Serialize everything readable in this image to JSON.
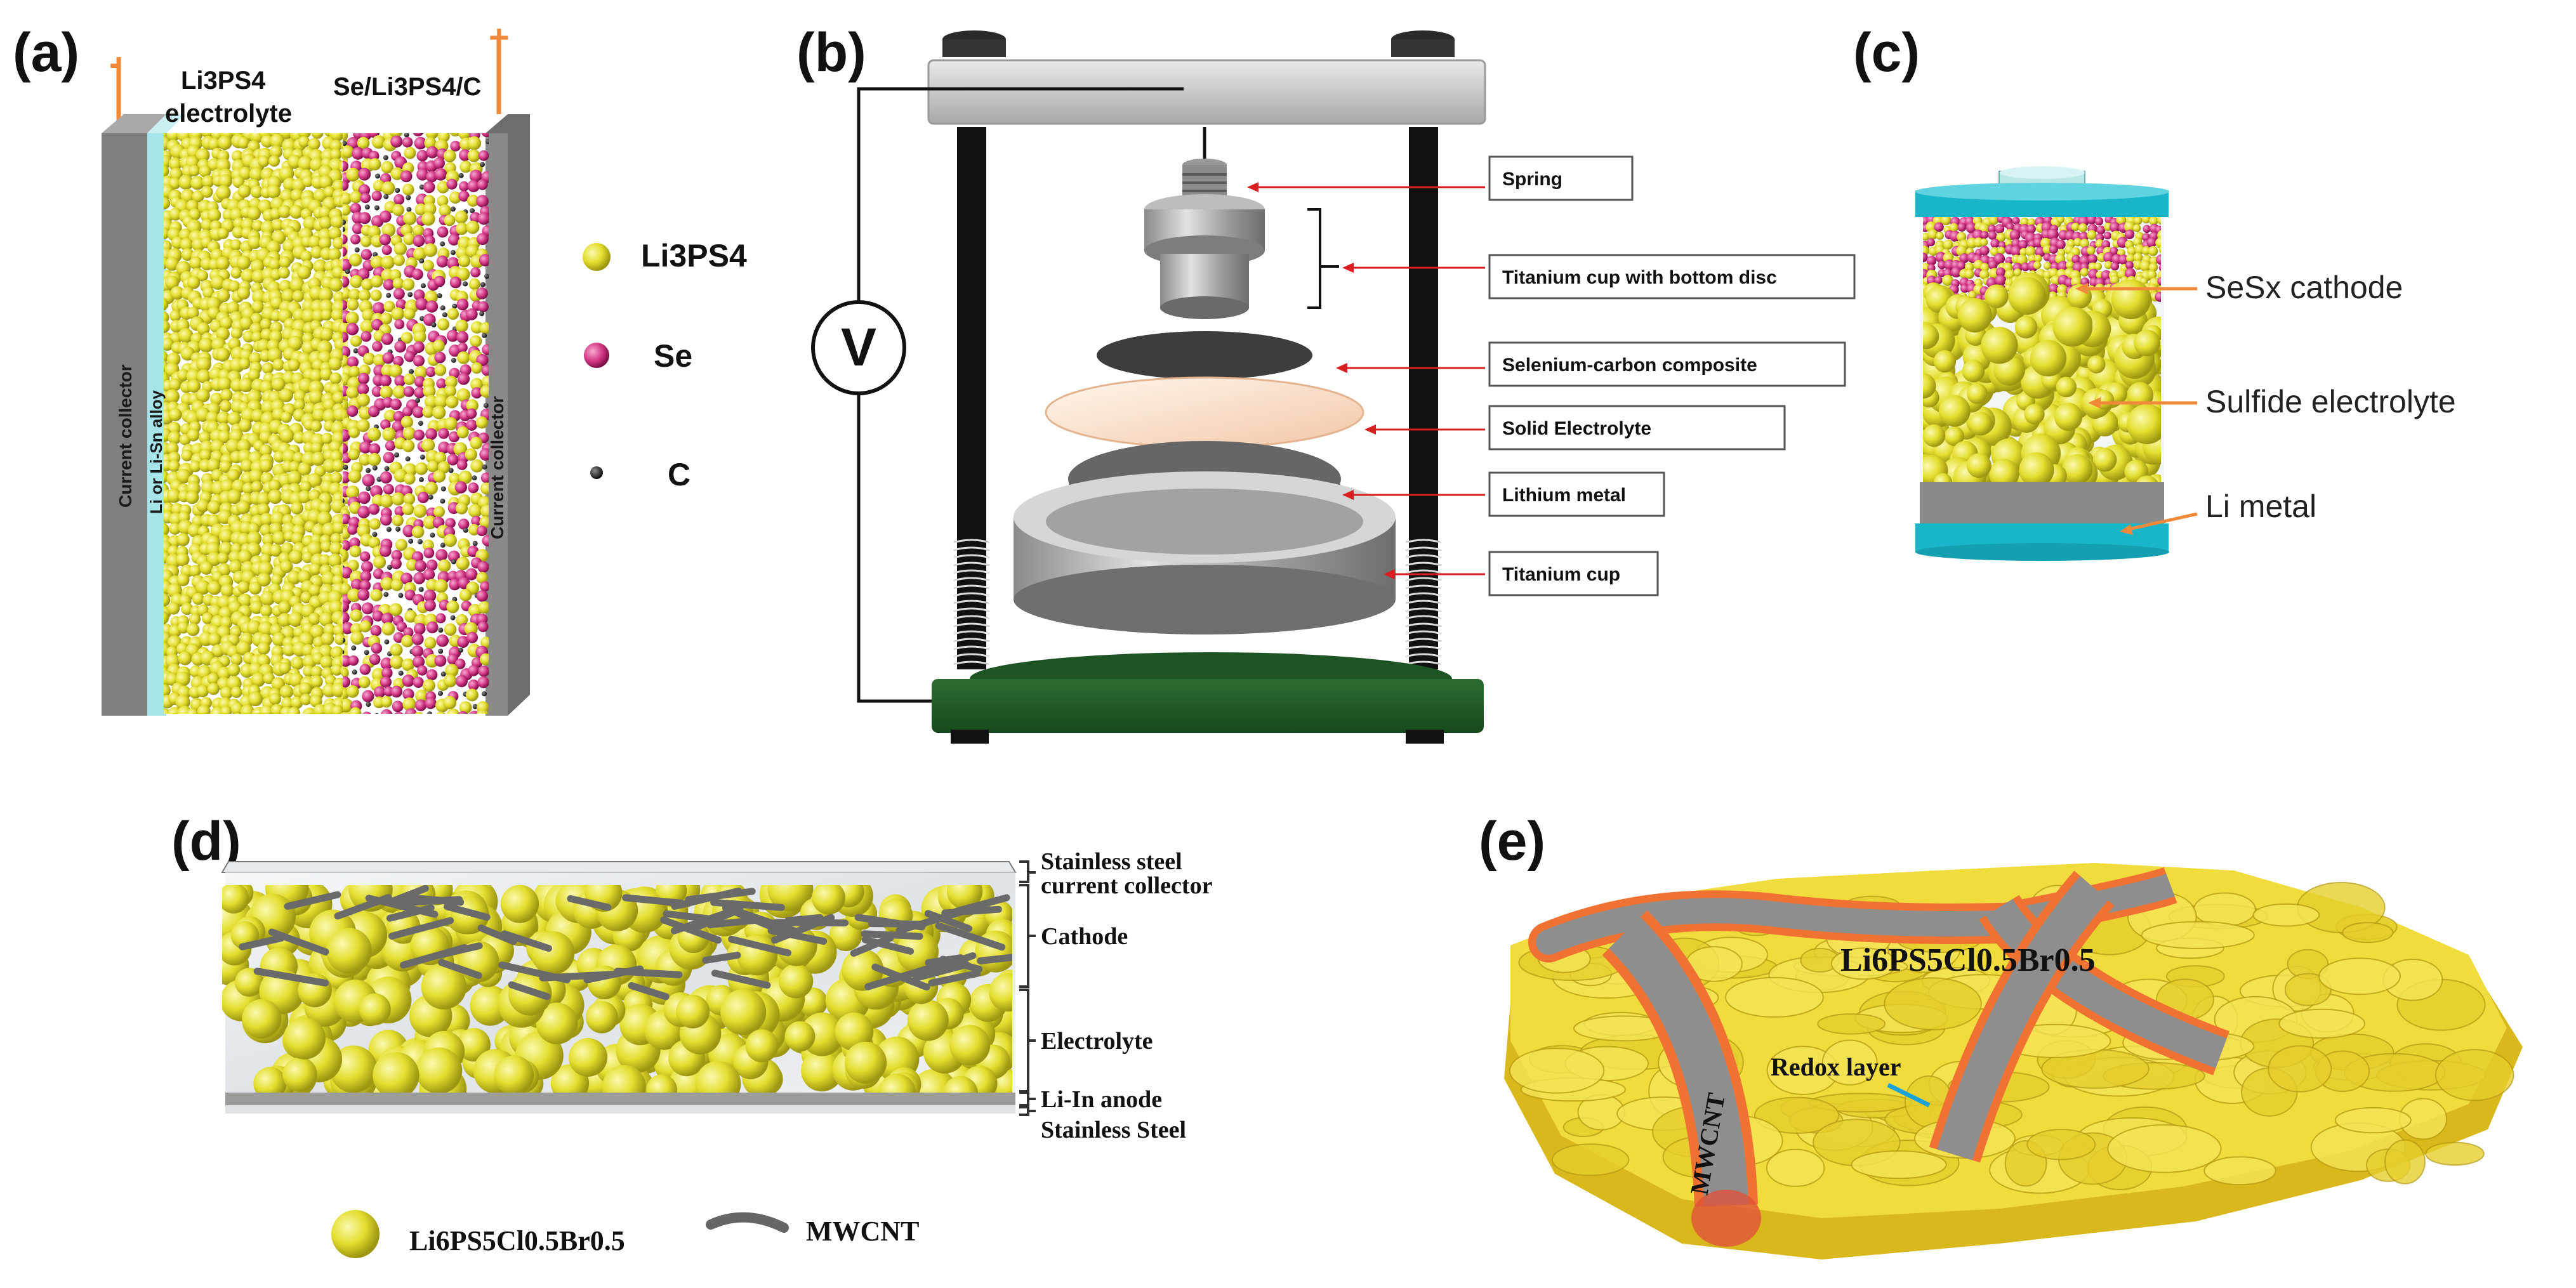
{
  "panel_a": {
    "label": "(a)",
    "electrolyte_top": "Li3PS4",
    "electrolyte_bottom": "electrolyte",
    "cathode_label": "Se/Li3PS4/C",
    "minus_sign": "-",
    "plus_sign": "+",
    "left_collector": "Current collector",
    "alloy": "Li or Li-Sn alloy",
    "right_collector": "Current collector",
    "legend": [
      {
        "symbol": "Li3PS4",
        "color": "#e8e23a"
      },
      {
        "symbol": "Se",
        "color": "#d63a8c"
      },
      {
        "symbol": "C",
        "color": "#222222"
      }
    ]
  },
  "panel_b": {
    "label": "(b)",
    "voltmeter": "V",
    "callouts": [
      "Spring",
      "Titanium cup with bottom disc",
      "Selenium-carbon composite",
      "Solid Electrolyte",
      "Lithium metal",
      "Titanium cup"
    ]
  },
  "panel_c": {
    "label": "(c)",
    "cathode": "SeSx cathode",
    "electrolyte": "Sulfide electrolyte",
    "anode": "Li metal"
  },
  "panel_d": {
    "label": "(d)",
    "layers": [
      "Stainless steel",
      "current collector",
      "Cathode",
      "Electrolyte",
      "Li-In anode",
      "Stainless Steel"
    ],
    "legend_particle": "Li6PS5Cl0.5Br0.5",
    "legend_tube": "MWCNT"
  },
  "panel_e": {
    "label": "(e)",
    "material": "Li6PS5Cl0.5Br0.5",
    "redox": "Redox layer",
    "tube": "MWCNT"
  }
}
